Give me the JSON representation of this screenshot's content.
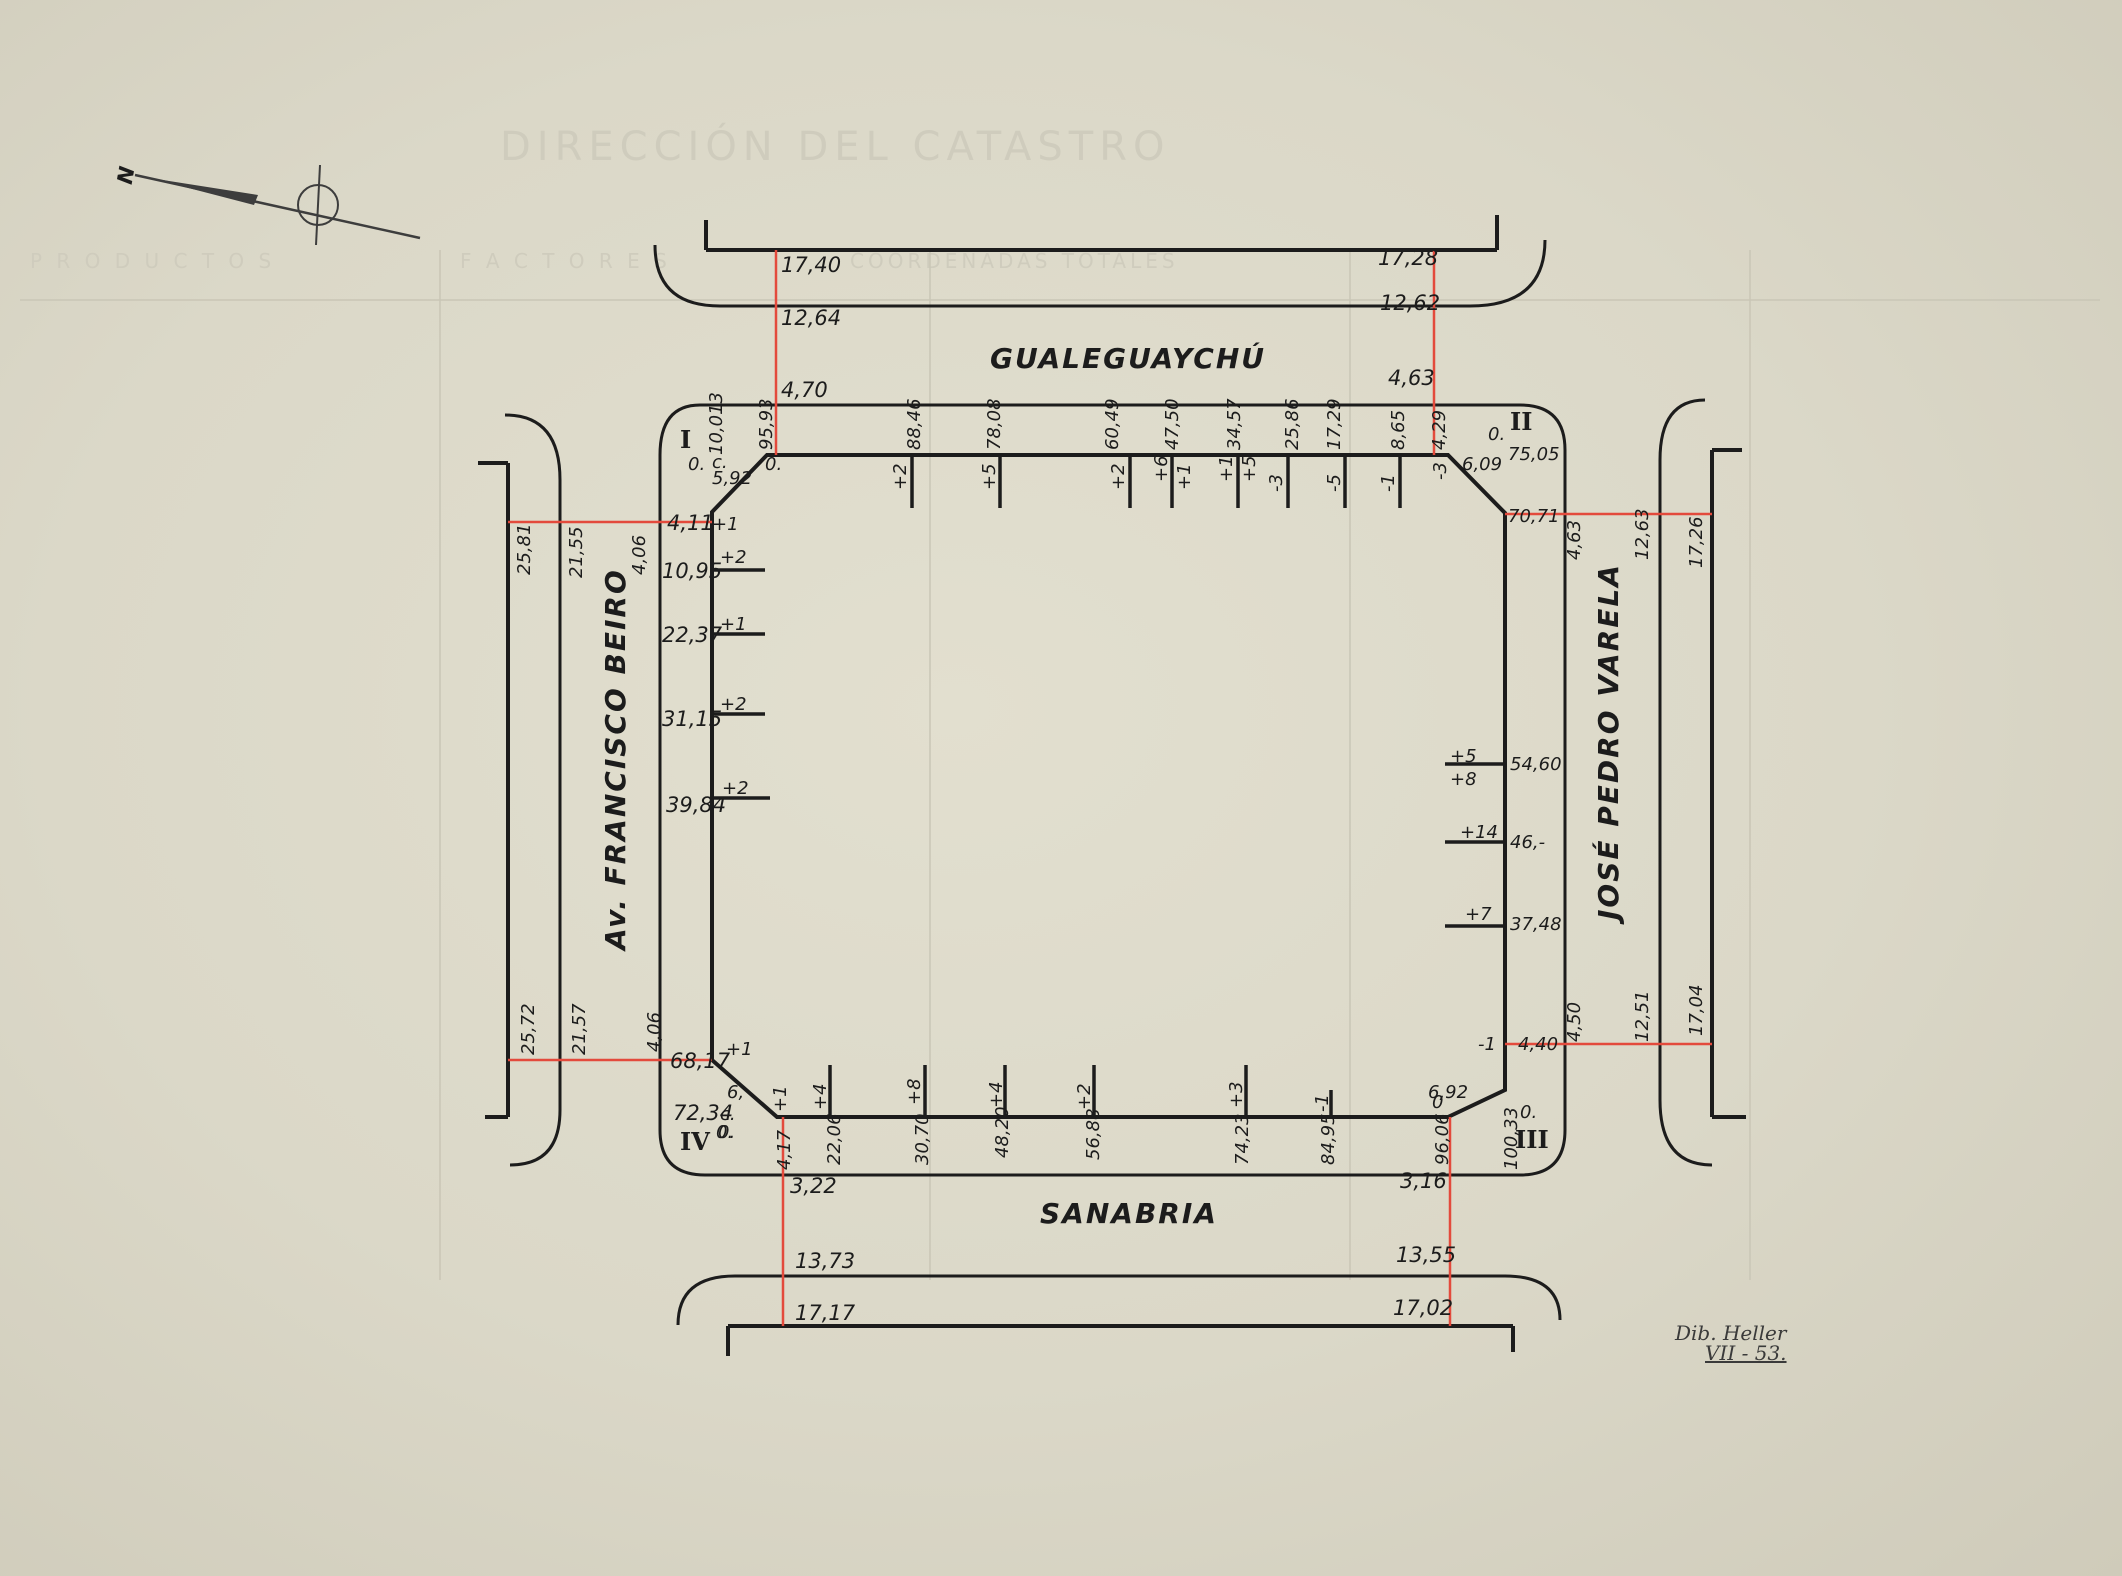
{
  "header": {
    "faded_title": "DIRECCIÓN DEL CATASTRO",
    "faded_fields": [
      "P R O D U C T O S",
      "F A C T O R E S",
      "COORDENADAS TOTALES"
    ]
  },
  "compass": {
    "label": "N"
  },
  "streets": {
    "top": "GUALEGUAYCHÚ",
    "bottom": "SANABRIA",
    "left": "Av. FRANCISCO BEIRO",
    "right": "JOSÉ PEDRO VARELA"
  },
  "corners": {
    "I": "I",
    "II": "II",
    "III": "III",
    "IV": "IV"
  },
  "top_edge": {
    "ties": [
      "17,40",
      "12,64",
      "4,70",
      "17,28",
      "12,62",
      "4,63"
    ],
    "chainage": [
      "10,013",
      "95,93",
      "88,46",
      "78,08",
      "60,49",
      "47,50",
      "34,57",
      "25,86",
      "17,29",
      "8,65",
      "4,29"
    ],
    "offsets": [
      "+2",
      "+5",
      "+2",
      "+6",
      "+1",
      "+1",
      "+5",
      "-3",
      "-5",
      "-1",
      "-3"
    ],
    "corner_small": [
      "0.",
      "c.",
      "0.",
      "6,09",
      "0."
    ]
  },
  "left_edge": {
    "ties": [
      "25,81",
      "21,55",
      "4,06",
      "25,72",
      "21,57",
      "4,06"
    ],
    "chainage": [
      "4,11",
      "10,95",
      "22,37",
      "31,15",
      "39,84",
      "68,17",
      "72,34"
    ],
    "offsets": [
      "+1",
      "+2",
      "+1",
      "+2",
      "+2",
      "+1"
    ],
    "corner_small": [
      "5,92",
      "6,",
      "c.",
      "0."
    ]
  },
  "right_edge": {
    "ties": [
      "4,63",
      "12,63",
      "17,26",
      "4,50",
      "12,51",
      "17,04"
    ],
    "chainage": [
      "75,05",
      "70,71",
      "54,60",
      "46,-",
      "37,48",
      "4,40",
      "6,92"
    ],
    "offsets": [
      "+5",
      "+8",
      "+14",
      "+7",
      "-1"
    ]
  },
  "bottom_edge": {
    "ties": [
      "3,22",
      "13,73",
      "17,17",
      "3,16",
      "13,55",
      "17,02"
    ],
    "chainage": [
      "4,17",
      "22,06",
      "30,70",
      "48,20",
      "56,88",
      "74,23",
      "84,95",
      "96,06",
      "100,33"
    ],
    "offsets": [
      "+1",
      "+4",
      "+8",
      "+4",
      "+2",
      "+3",
      "-1",
      "0"
    ],
    "corner_small": [
      "0.",
      "0."
    ]
  },
  "signature": {
    "line1": "Dib. Heller",
    "line2": "VII - 53."
  }
}
